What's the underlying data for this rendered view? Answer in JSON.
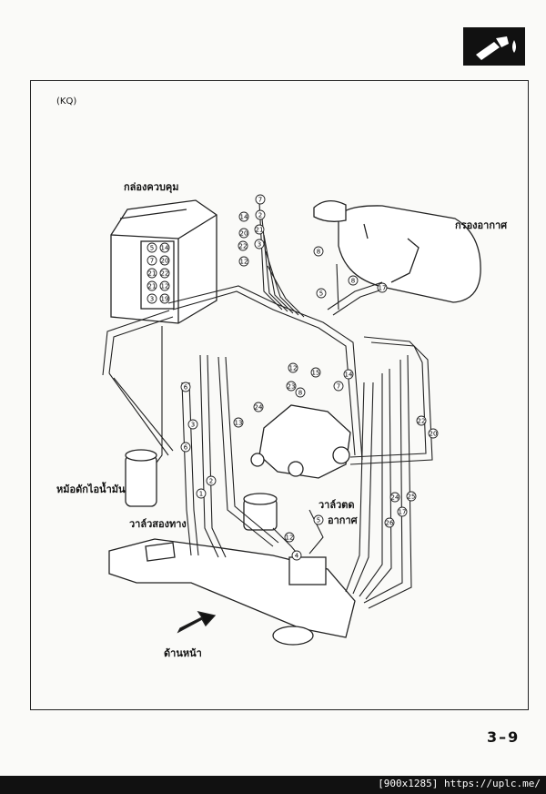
{
  "header": {
    "icon": "fuel-pump-icon"
  },
  "variant_code": "(KQ)",
  "labels": {
    "control_box": "กล่องควบคุม",
    "air_cleaner": "กรองอากาศ",
    "fuel_trap": "หม้อดักไอน้ำมัน",
    "two_way_valve": "วาล์วสองทาง",
    "air_cut_valve_1": "วาล์วตด",
    "air_cut_valve_2": "อากาศ",
    "front": "ด้านหน้า"
  },
  "control_box_ports": [
    "5",
    "14",
    "7",
    "20",
    "21",
    "22",
    "21",
    "12",
    "3",
    "19"
  ],
  "hose_numbers": [
    "7",
    "14",
    "2",
    "21",
    "20",
    "22",
    "3",
    "12",
    "8",
    "8",
    "17",
    "6",
    "12",
    "5",
    "3",
    "13",
    "24",
    "2",
    "1",
    "6",
    "23",
    "14",
    "7",
    "15",
    "22",
    "20",
    "24",
    "25",
    "26",
    "17",
    "5",
    "12",
    "4",
    "8"
  ],
  "page_number": "3–9",
  "footer_text": "[900x1285] https://uplc.me/"
}
